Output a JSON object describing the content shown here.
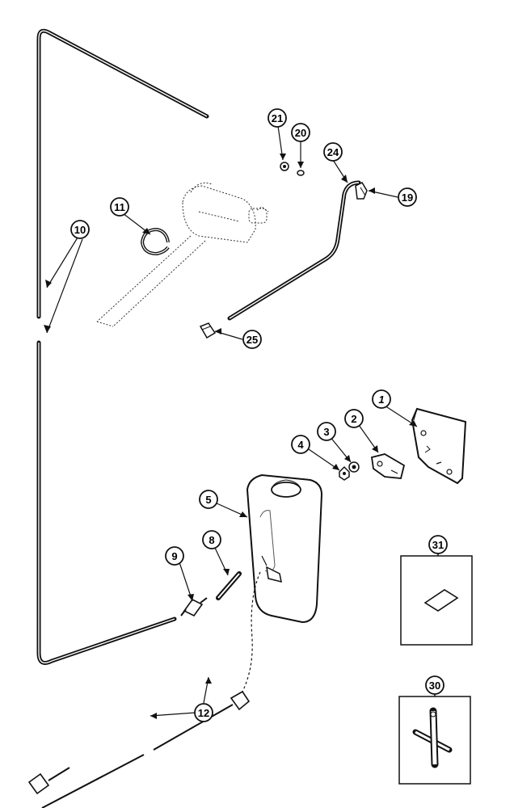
{
  "callouts": {
    "c1": "1",
    "c2": "2",
    "c3": "3",
    "c4": "4",
    "c5": "5",
    "c8": "8",
    "c9": "9",
    "c10": "10",
    "c11": "11",
    "c12": "12",
    "c19": "19",
    "c20": "20",
    "c21": "21",
    "c24": "24",
    "c25": "25",
    "c30": "30",
    "c31": "31"
  },
  "colors": {
    "ink": "#111111",
    "paper": "#ffffff"
  }
}
